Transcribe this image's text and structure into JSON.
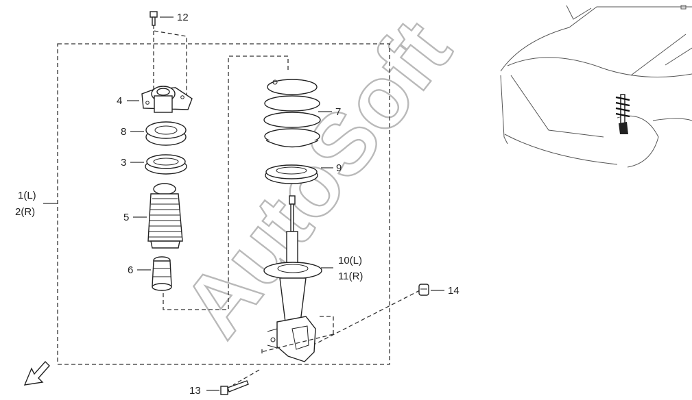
{
  "watermark": "AutoSoft",
  "callouts": {
    "c1": "1(L)",
    "c2": "2(R)",
    "c3": "3",
    "c4": "4",
    "c5": "5",
    "c6": "6",
    "c7": "7",
    "c8": "8",
    "c9": "9",
    "c10": "10(L)",
    "c11": "11(R)",
    "c12": "12",
    "c13": "13",
    "c14": "14"
  },
  "icons": {
    "front_arrow": "front-direction-arrow-icon",
    "car": "vehicle-location-icon"
  }
}
